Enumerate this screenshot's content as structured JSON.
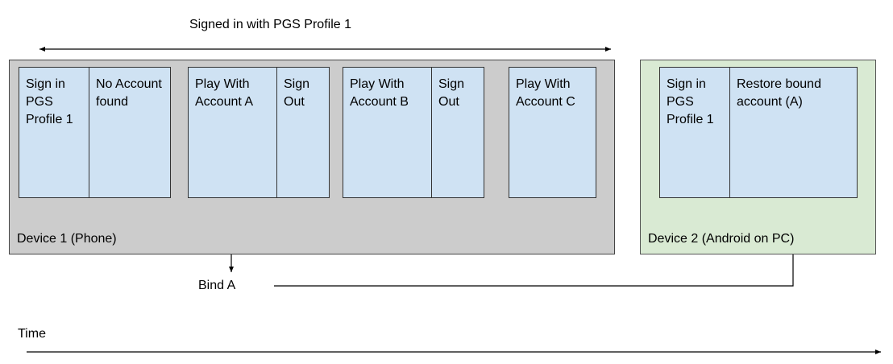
{
  "header": {
    "signed_in_label": "Signed in with PGS Profile 1"
  },
  "device1": {
    "label": "Device 1 (Phone)",
    "steps": [
      {
        "text": "Sign in PGS Profile 1"
      },
      {
        "text": "No Account found"
      },
      {
        "text": "Play With Account A"
      },
      {
        "text": "Sign Out"
      },
      {
        "text": "Play With Account B"
      },
      {
        "text": "Sign Out"
      },
      {
        "text": "Play With Account C"
      }
    ]
  },
  "device2": {
    "label": "Device 2 (Android on PC)",
    "steps": [
      {
        "text": "Sign in PGS Profile 1"
      },
      {
        "text": "Restore bound account (A)"
      }
    ]
  },
  "bind_label": "Bind A",
  "time_label": "Time",
  "colors": {
    "device1_bg": "#cccccc",
    "device2_bg": "#d9ead3",
    "step_bg": "#cfe2f3"
  }
}
